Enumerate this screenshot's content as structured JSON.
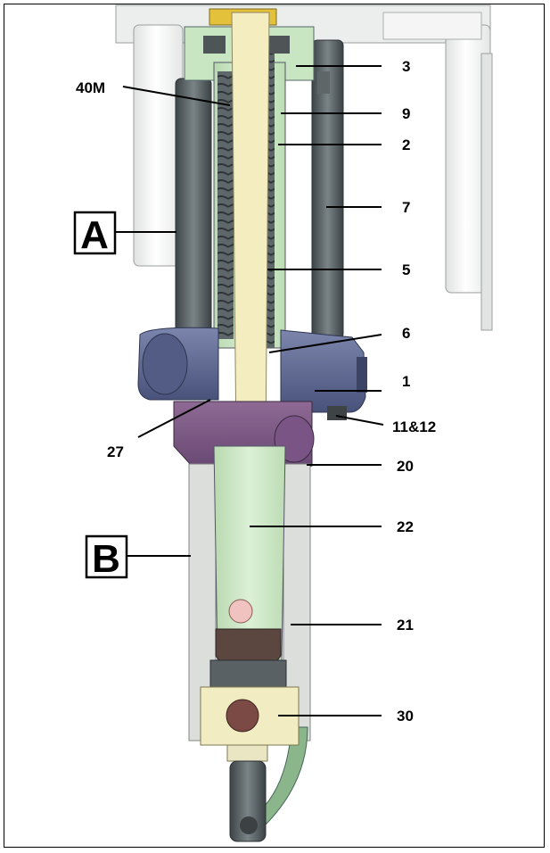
{
  "figure": {
    "callouts": [
      {
        "id": "c-40m",
        "text": "40M"
      },
      {
        "id": "c-3",
        "text": "3"
      },
      {
        "id": "c-9",
        "text": "9"
      },
      {
        "id": "c-2",
        "text": "2"
      },
      {
        "id": "c-7",
        "text": "7"
      },
      {
        "id": "c-5",
        "text": "5"
      },
      {
        "id": "c-6",
        "text": "6"
      },
      {
        "id": "c-1",
        "text": "1"
      },
      {
        "id": "c-11-12",
        "text": "11&12"
      },
      {
        "id": "c-27",
        "text": "27"
      },
      {
        "id": "c-20",
        "text": "20"
      },
      {
        "id": "c-22",
        "text": "22"
      },
      {
        "id": "c-21",
        "text": "21"
      },
      {
        "id": "c-30",
        "text": "30"
      }
    ],
    "boxed_labels": [
      {
        "id": "box-a",
        "text": "A"
      },
      {
        "id": "box-b",
        "text": "B"
      }
    ]
  },
  "colors": {
    "frame": "#000000",
    "housing_white": "#f2f3f2",
    "rod_yellow": "#f4edc0",
    "tube_green": "#cfe8c7",
    "rod_dark": "#5b6467",
    "manifold_blue": "#5c6791",
    "manifold_purple": "#7b5a82",
    "sleeve_grey": "#d7d9d7",
    "ball_pink": "#f1c3c0",
    "ball_brown": "#7b4a45"
  }
}
